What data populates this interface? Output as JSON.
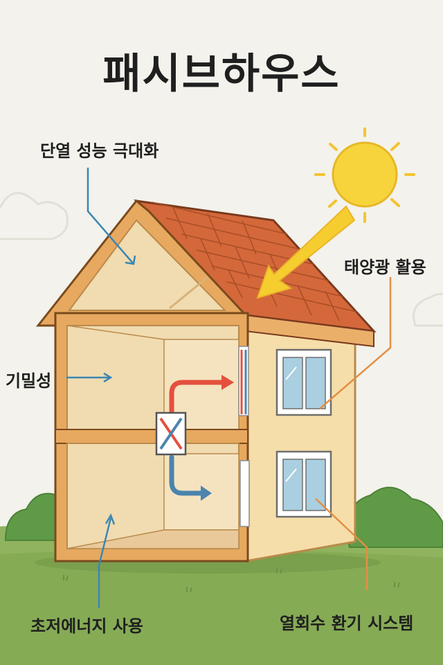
{
  "title": "패시브하우스",
  "labels": {
    "insulation": "단열 성능 극대화",
    "airtightness": "기밀성",
    "solar": "태양광 활용",
    "low_energy": "초저에너지 사용",
    "heat_recovery": "열회수 환기 시스템"
  },
  "colors": {
    "background": "#f3f2ec",
    "grass": "#8fb35e",
    "roof": "#d4683a",
    "wall": "#f2ddb0",
    "frame": "#e7a95f",
    "sun": "#f7d43c",
    "arrow_warm": "#e4503d",
    "arrow_cool": "#4b84ad",
    "pointer_blue": "#3a87b4",
    "pointer_orange": "#e38f45"
  },
  "icons": [
    "sun-icon",
    "heat-exchanger-icon",
    "window-icon"
  ]
}
